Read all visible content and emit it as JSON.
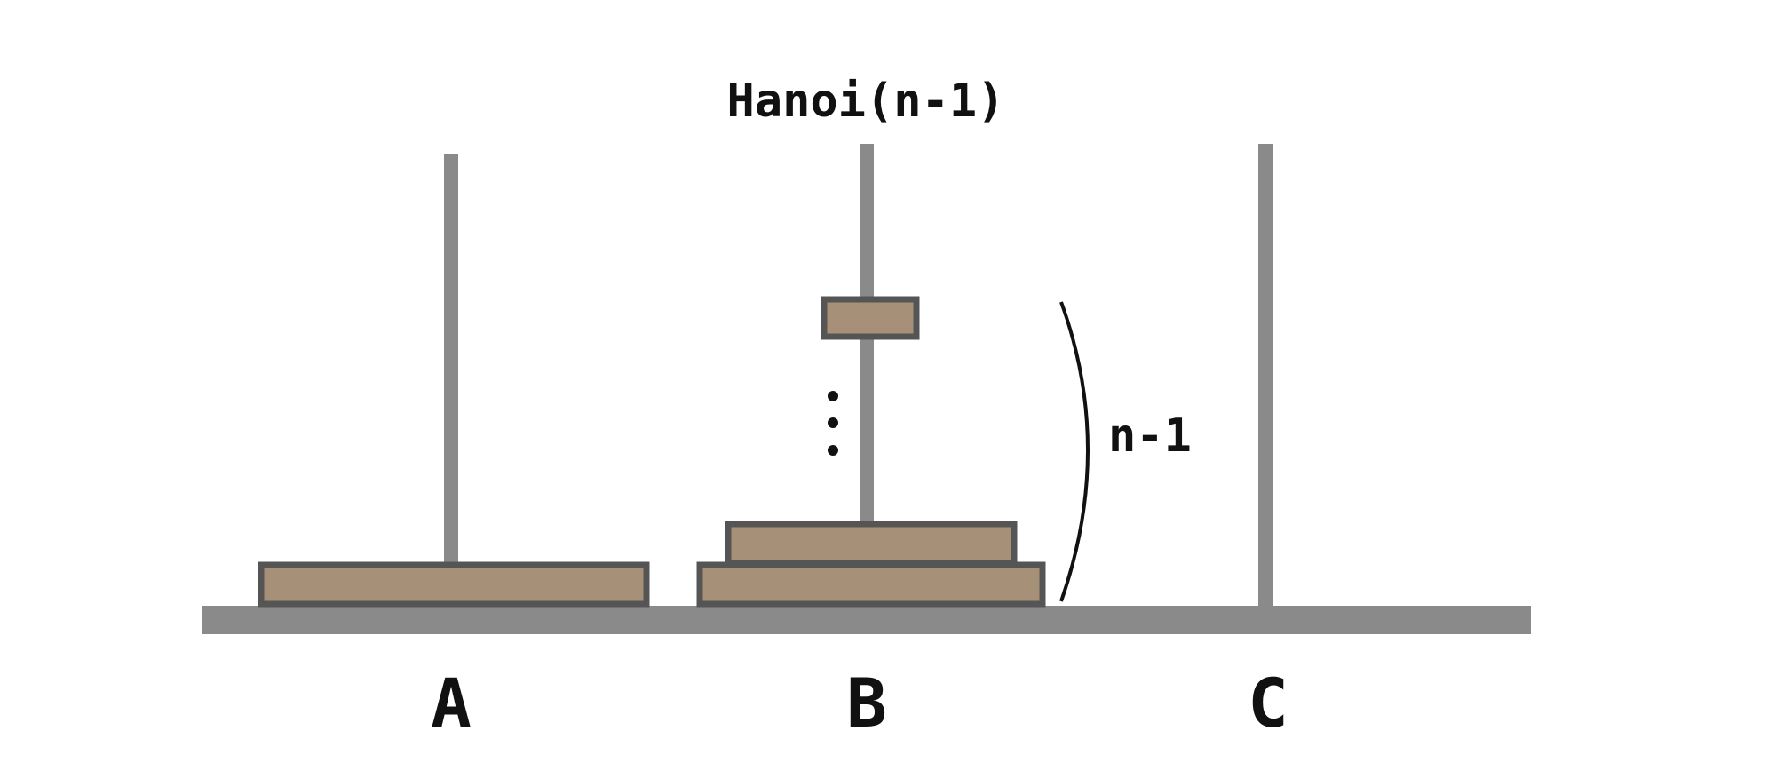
{
  "title": "Hanoi(n-1)",
  "pegs": [
    {
      "label": "A"
    },
    {
      "label": "B"
    },
    {
      "label": "C"
    }
  ],
  "count_label": "n-1",
  "colors": {
    "peg": "#8a8a8a",
    "base": "#8a8a8a",
    "disk_fill": "#a69178",
    "disk_stroke": "#555555",
    "text": "#111111",
    "background": "#ffffff"
  }
}
